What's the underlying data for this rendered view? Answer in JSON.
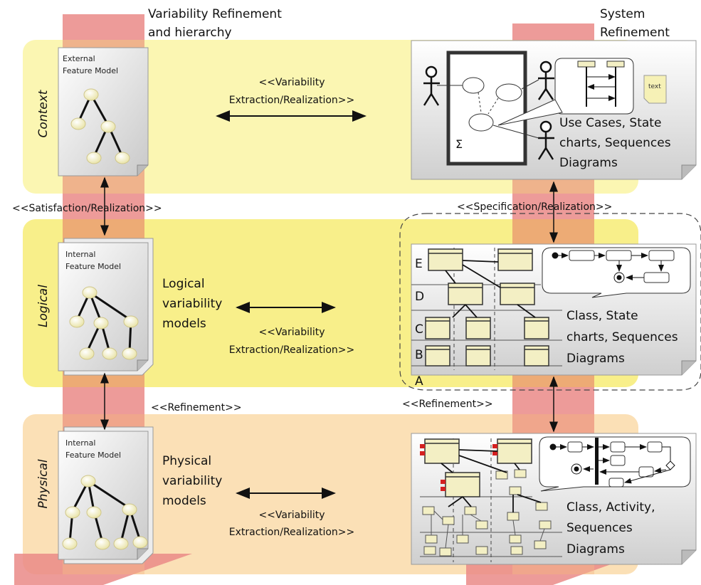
{
  "headers": {
    "variability": [
      "Variability Refinement",
      "and hierarchy"
    ],
    "system": [
      "System",
      "Refinement"
    ]
  },
  "layers": {
    "context": "Context",
    "logical": "Logical",
    "physical": "Physical"
  },
  "feature_models": {
    "external": [
      "External",
      "Feature Model"
    ],
    "internal_logical": [
      "Internal",
      "Feature Model"
    ],
    "internal_physical": [
      "Internal",
      "Feature Model"
    ]
  },
  "relations": {
    "extraction_context": [
      "<<Variability",
      "Extraction/Realization>>"
    ],
    "extraction_logical": [
      "<<Variability",
      "Extraction/Realization>>"
    ],
    "extraction_physical": [
      "<<Variability",
      "Extraction/Realization>>"
    ],
    "satisfaction": "<<Satisfaction/Realization>>",
    "specification": "<<Specification/Realization>>",
    "refinement_left": "<<Refinement>>",
    "refinement_right": "<<Refinement>>"
  },
  "variability_models": {
    "logical": [
      "Logical",
      "variability",
      "models"
    ],
    "physical": [
      "Physical",
      "variability",
      "models"
    ]
  },
  "system_docs": {
    "context": [
      "Use Cases, State",
      "charts, Sequences",
      "Diagrams"
    ],
    "logical": [
      "Class, State",
      "charts, Sequences",
      "Diagrams"
    ],
    "physical": [
      "Class, Activity,",
      "Sequences",
      "Diagrams"
    ]
  },
  "icons": {
    "text_doc": "text",
    "sigma": "Σ"
  },
  "level_letters": [
    "E",
    "D",
    "C",
    "B",
    "A"
  ],
  "colors": {
    "context_band": "#fbf6b2",
    "logical_band": "#f8ef8a",
    "physical_band": "#fbe0b6",
    "arrow_column": "#ea8a87",
    "uml_box": "#f3efc4"
  }
}
